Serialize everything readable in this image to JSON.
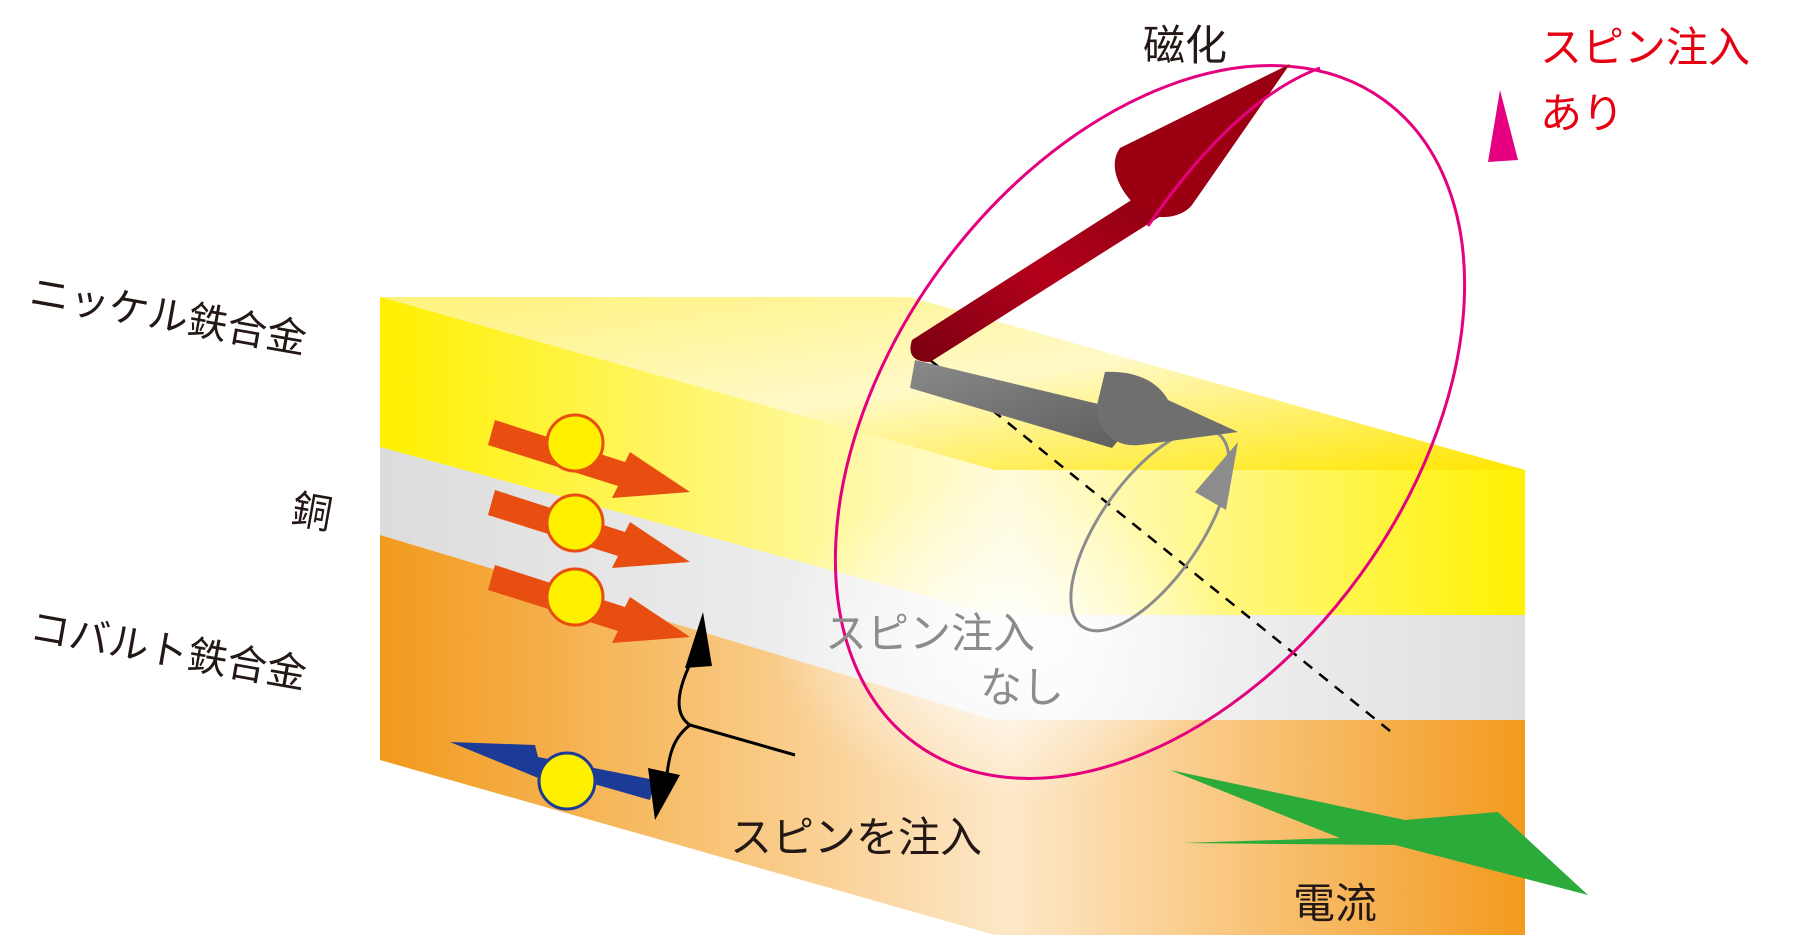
{
  "labels": {
    "nickel_iron_alloy": "ニッケル鉄合金",
    "copper": "銅",
    "cobalt_iron_alloy": "コバルト鉄合金",
    "magnetization": "磁化",
    "with_spin_injection_line1": "スピン注入",
    "with_spin_injection_line2": "あり",
    "without_spin_injection_line1": "スピン注入",
    "without_spin_injection_line2": "なし",
    "inject_spin": "スピンを注入",
    "current": "電流"
  },
  "colors": {
    "nickel_iron_layer": "#fff200",
    "copper_layer": "#e8e8e8",
    "cobalt_iron_layer": "#f39a1e",
    "magnetization_arrow": "#9b0012",
    "precession_with_injection": "#e5007f",
    "precession_without_injection": "#8c8c8c",
    "injected_spin_arrows": "#e84e0f",
    "reflected_spin_arrow": "#1c3b96",
    "electron": "#fff000",
    "current_arrow": "#2aab3a",
    "red_label": "#e60012"
  }
}
